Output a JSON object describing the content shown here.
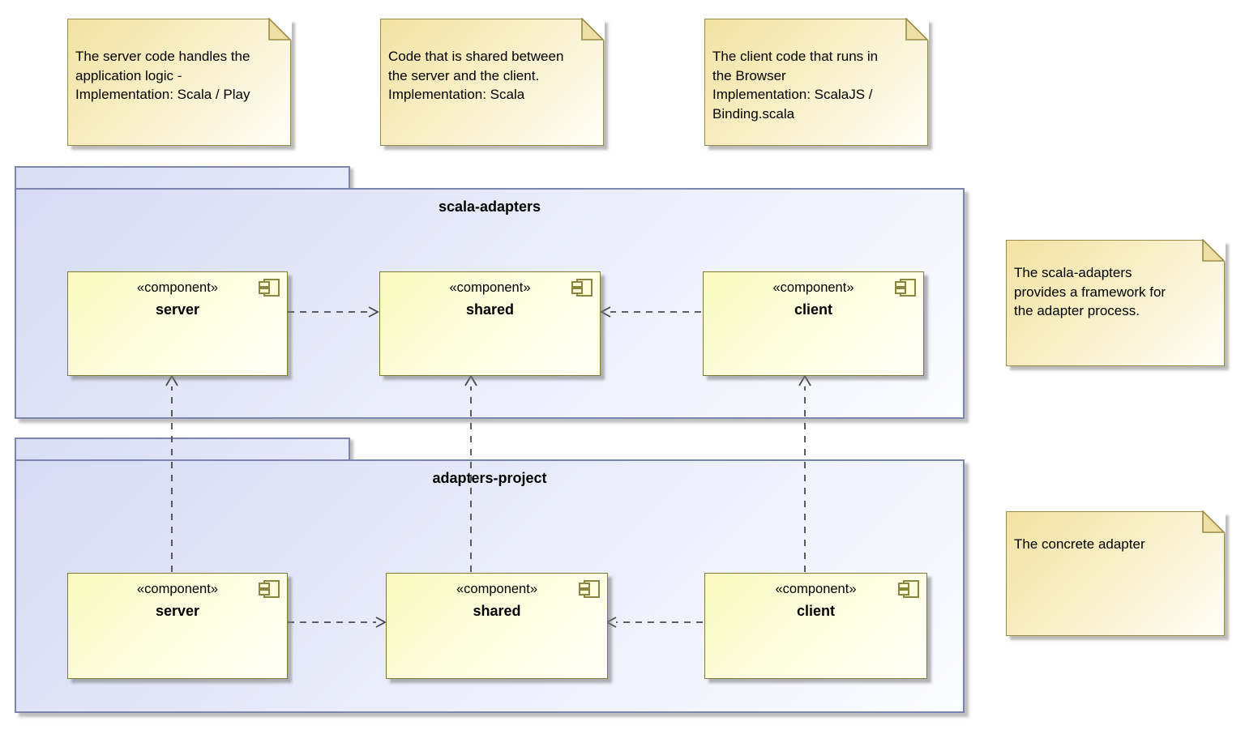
{
  "diagram_type": "uml-component-diagram",
  "stereotype_label": "«component»",
  "colors": {
    "note_border": "#9a8c48",
    "note_fill_from": "#f2e2a2",
    "note_fill_to": "#fffef8",
    "component_border": "#7c7a35",
    "component_fill_from": "#fafabe",
    "component_fill_to": "#fffff6",
    "package_border": "#7b85ae",
    "package_fill_from": "#d6dbf3",
    "package_fill_to": "#fbfcff",
    "connector": "#4a4a4a",
    "background": "#ffffff"
  },
  "notes": {
    "server": {
      "lines": [
        "The server code handles the",
        "application logic -",
        "Implementation: Scala / Play"
      ]
    },
    "shared": {
      "lines": [
        "Code that is shared between",
        "the server and the client.",
        "Implementation: Scala"
      ]
    },
    "client": {
      "lines": [
        "The client code that runs in",
        "the Browser",
        "Implementation: ScalaJS /",
        "Binding.scala"
      ]
    },
    "scala_adapters": {
      "lines": [
        "The scala-adapters",
        "provides a framework for",
        "the adapter process."
      ]
    },
    "concrete": {
      "lines": [
        "The concrete adapter"
      ]
    }
  },
  "packages": {
    "scala_adapters": {
      "title": "scala-adapters"
    },
    "adapters_project": {
      "title": "adapters-project"
    }
  },
  "components": {
    "sa_server": {
      "stereotype": "«component»",
      "name": "server"
    },
    "sa_shared": {
      "stereotype": "«component»",
      "name": "shared"
    },
    "sa_client": {
      "stereotype": "«component»",
      "name": "client"
    },
    "ap_server": {
      "stereotype": "«component»",
      "name": "server"
    },
    "ap_shared": {
      "stereotype": "«component»",
      "name": "shared"
    },
    "ap_client": {
      "stereotype": "«component»",
      "name": "client"
    }
  }
}
